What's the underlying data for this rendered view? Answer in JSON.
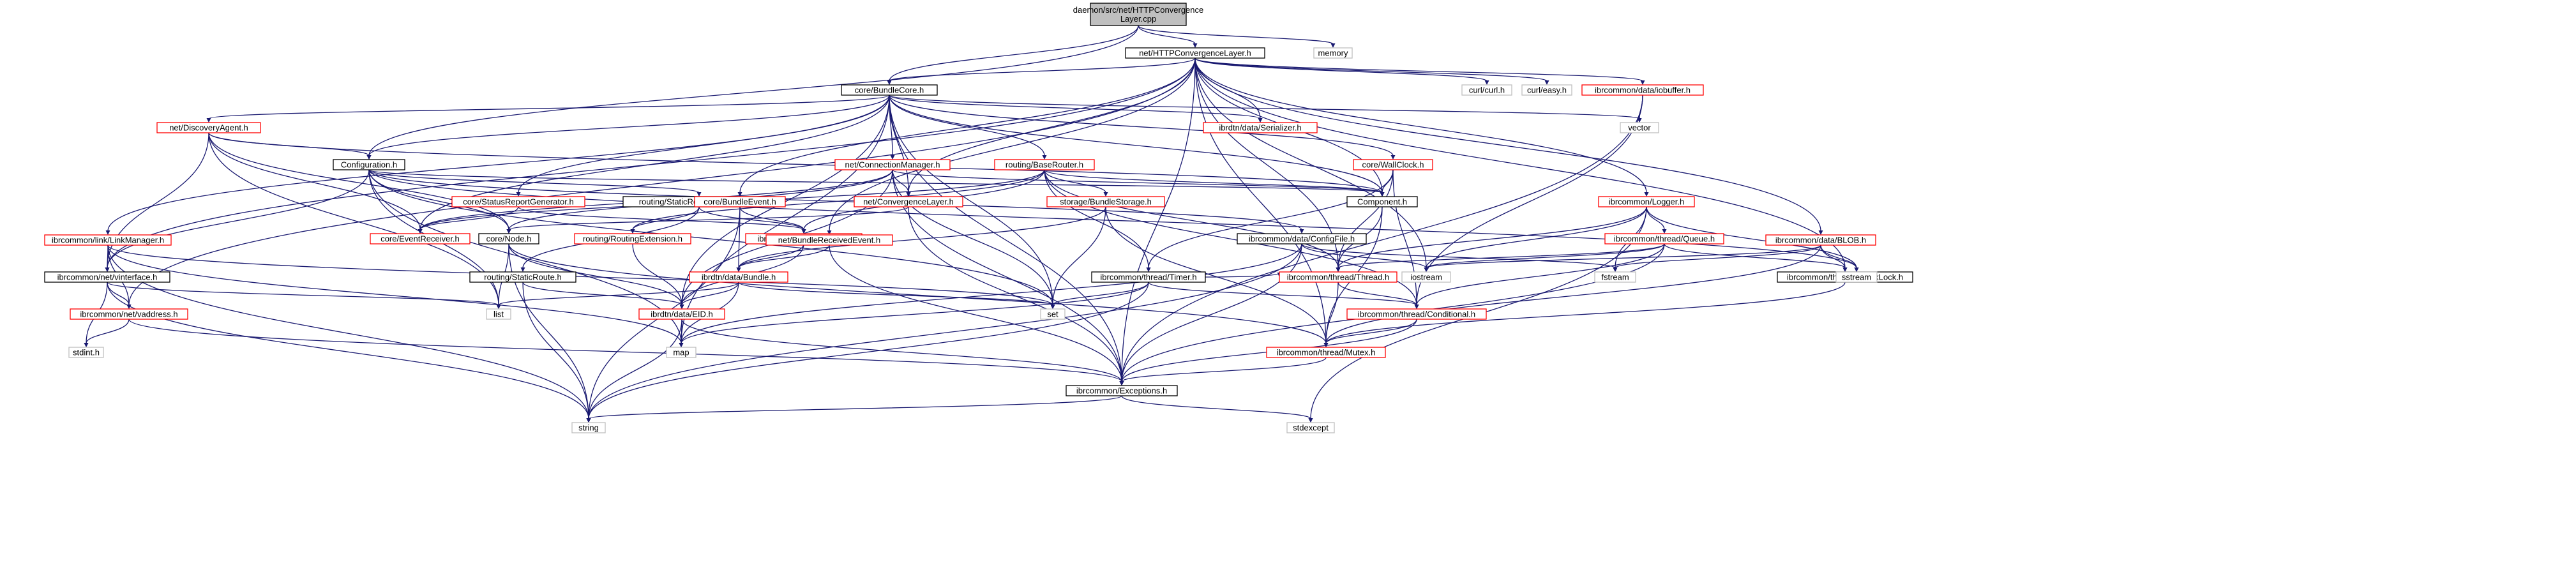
{
  "colors": {
    "edge": "#191970",
    "red_border": "#ff0000",
    "black_border": "#000000",
    "grey_border": "#bfbfbf",
    "root_fill": "#bfbfbf"
  },
  "nodes": [
    {
      "id": "root",
      "label": "daemon/src/net/HTTPConvergence\nLayer.cpp",
      "style": "root"
    },
    {
      "id": "hcl_h",
      "label": "net/HTTPConvergenceLayer.h",
      "style": "black"
    },
    {
      "id": "memory",
      "label": "memory",
      "style": "grey"
    },
    {
      "id": "bundlecore",
      "label": "core/BundleCore.h",
      "style": "black"
    },
    {
      "id": "curl",
      "label": "curl/curl.h",
      "style": "grey"
    },
    {
      "id": "easy",
      "label": "curl/easy.h",
      "style": "grey"
    },
    {
      "id": "iobuffer",
      "label": "ibrcommon/data/iobuffer.h",
      "style": "red"
    },
    {
      "id": "vector",
      "label": "vector",
      "style": "grey"
    },
    {
      "id": "discovery",
      "label": "net/DiscoveryAgent.h",
      "style": "red"
    },
    {
      "id": "serializer",
      "label": "ibrdtn/data/Serializer.h",
      "style": "red"
    },
    {
      "id": "configuration",
      "label": "Configuration.h",
      "style": "black"
    },
    {
      "id": "connmgr",
      "label": "net/ConnectionManager.h",
      "style": "red"
    },
    {
      "id": "baserouter",
      "label": "routing/BaseRouter.h",
      "style": "red"
    },
    {
      "id": "wallclock",
      "label": "core/WallClock.h",
      "style": "red"
    },
    {
      "id": "logger",
      "label": "ibrcommon/Logger.h",
      "style": "red"
    },
    {
      "id": "blob",
      "label": "ibrcommon/data/BLOB.h",
      "style": "red"
    },
    {
      "id": "statusreport",
      "label": "core/StatusReportGenerator.h",
      "style": "red"
    },
    {
      "id": "staticrouting",
      "label": "routing/StaticRoutingExtension.h",
      "style": "black"
    },
    {
      "id": "bundleevent",
      "label": "core/BundleEvent.h",
      "style": "red"
    },
    {
      "id": "convlayer",
      "label": "net/ConvergenceLayer.h",
      "style": "red"
    },
    {
      "id": "component",
      "label": "Component.h",
      "style": "black"
    },
    {
      "id": "storage",
      "label": "storage/BundleStorage.h",
      "style": "red"
    },
    {
      "id": "linkmgr",
      "label": "ibrcommon/link/LinkManager.h",
      "style": "red"
    },
    {
      "id": "eventreceiver",
      "label": "core/EventReceiver.h",
      "style": "red"
    },
    {
      "id": "corenode",
      "label": "core/Node.h",
      "style": "black"
    },
    {
      "id": "routingext",
      "label": "routing/RoutingExtension.h",
      "style": "red"
    },
    {
      "id": "metabundle",
      "label": "ibrdtn/data/MetaBundle.h",
      "style": "red"
    },
    {
      "id": "bundlereceived",
      "label": "net/BundleReceivedEvent.h",
      "style": "red"
    },
    {
      "id": "timer",
      "label": "ibrcommon/thread/Timer.h",
      "style": "black"
    },
    {
      "id": "configfile",
      "label": "ibrcommon/data/ConfigFile.h",
      "style": "black"
    },
    {
      "id": "queue",
      "label": "ibrcommon/thread/Queue.h",
      "style": "red"
    },
    {
      "id": "vinterface",
      "label": "ibrcommon/net/vinterface.h",
      "style": "black"
    },
    {
      "id": "staticroute",
      "label": "routing/StaticRoute.h",
      "style": "black"
    },
    {
      "id": "bundle",
      "label": "ibrdtn/data/Bundle.h",
      "style": "red"
    },
    {
      "id": "iostream",
      "label": "iostream",
      "style": "grey"
    },
    {
      "id": "thread",
      "label": "ibrcommon/thread/Thread.h",
      "style": "red"
    },
    {
      "id": "fstream",
      "label": "fstream",
      "style": "grey"
    },
    {
      "id": "mutexlock",
      "label": "ibrcommon/thread/MutexLock.h",
      "style": "black"
    },
    {
      "id": "sstream",
      "label": "sstream",
      "style": "grey"
    },
    {
      "id": "vaddress",
      "label": "ibrcommon/net/vaddress.h",
      "style": "red"
    },
    {
      "id": "list",
      "label": "list",
      "style": "grey"
    },
    {
      "id": "eid",
      "label": "ibrdtn/data/EID.h",
      "style": "red"
    },
    {
      "id": "set",
      "label": "set",
      "style": "grey"
    },
    {
      "id": "conditional",
      "label": "ibrcommon/thread/Conditional.h",
      "style": "red"
    },
    {
      "id": "stdint",
      "label": "stdint.h",
      "style": "grey"
    },
    {
      "id": "map",
      "label": "map",
      "style": "grey"
    },
    {
      "id": "mutex",
      "label": "ibrcommon/thread/Mutex.h",
      "style": "red"
    },
    {
      "id": "exceptions",
      "label": "ibrcommon/Exceptions.h",
      "style": "black"
    },
    {
      "id": "string",
      "label": "string",
      "style": "grey"
    },
    {
      "id": "stdexcept",
      "label": "stdexcept",
      "style": "grey"
    }
  ],
  "edges": [
    [
      "root",
      "hcl_h"
    ],
    [
      "root",
      "memory"
    ],
    [
      "root",
      "bundlecore"
    ],
    [
      "root",
      "configuration"
    ],
    [
      "hcl_h",
      "bundlecore"
    ],
    [
      "hcl_h",
      "curl"
    ],
    [
      "hcl_h",
      "easy"
    ],
    [
      "hcl_h",
      "iobuffer"
    ],
    [
      "hcl_h",
      "serializer"
    ],
    [
      "hcl_h",
      "logger"
    ],
    [
      "hcl_h",
      "blob"
    ],
    [
      "hcl_h",
      "convlayer"
    ],
    [
      "hcl_h",
      "component"
    ],
    [
      "hcl_h",
      "bundlereceived"
    ],
    [
      "hcl_h",
      "bundleevent"
    ],
    [
      "hcl_h",
      "thread"
    ],
    [
      "hcl_h",
      "mutexlock"
    ],
    [
      "hcl_h",
      "iostream"
    ],
    [
      "hcl_h",
      "mutex"
    ],
    [
      "hcl_h",
      "exceptions"
    ],
    [
      "hcl_h",
      "vinterface"
    ],
    [
      "hcl_h",
      "vaddress"
    ],
    [
      "iobuffer",
      "vector"
    ],
    [
      "iobuffer",
      "exceptions"
    ],
    [
      "iobuffer",
      "conditional"
    ],
    [
      "bundlecore",
      "discovery"
    ],
    [
      "bundlecore",
      "serializer"
    ],
    [
      "bundlecore",
      "configuration"
    ],
    [
      "bundlecore",
      "connmgr"
    ],
    [
      "bundlecore",
      "baserouter"
    ],
    [
      "bundlecore",
      "wallclock"
    ],
    [
      "bundlecore",
      "vector"
    ],
    [
      "bundlecore",
      "statusreport"
    ],
    [
      "bundlecore",
      "convlayer"
    ],
    [
      "bundlecore",
      "component"
    ],
    [
      "bundlecore",
      "linkmgr"
    ],
    [
      "bundlecore",
      "eventreceiver"
    ],
    [
      "bundlecore",
      "set"
    ],
    [
      "bundlecore",
      "eid"
    ],
    [
      "bundlecore",
      "exceptions"
    ],
    [
      "bundlecore",
      "map"
    ],
    [
      "discovery",
      "configuration"
    ],
    [
      "discovery",
      "component"
    ],
    [
      "discovery",
      "eventreceiver"
    ],
    [
      "discovery",
      "corenode"
    ],
    [
      "discovery",
      "vinterface"
    ],
    [
      "discovery",
      "list"
    ],
    [
      "configuration",
      "component"
    ],
    [
      "configuration",
      "staticrouting"
    ],
    [
      "configuration",
      "corenode"
    ],
    [
      "configuration",
      "configfile"
    ],
    [
      "configuration",
      "vinterface"
    ],
    [
      "configuration",
      "list"
    ],
    [
      "configuration",
      "map"
    ],
    [
      "configuration",
      "set"
    ],
    [
      "configuration",
      "sstream"
    ],
    [
      "connmgr",
      "convlayer"
    ],
    [
      "connmgr",
      "eventreceiver"
    ],
    [
      "connmgr",
      "corenode"
    ],
    [
      "connmgr",
      "set"
    ],
    [
      "connmgr",
      "exceptions"
    ],
    [
      "connmgr",
      "component"
    ],
    [
      "connmgr",
      "eid"
    ],
    [
      "baserouter",
      "component"
    ],
    [
      "baserouter",
      "storage"
    ],
    [
      "baserouter",
      "routingext"
    ],
    [
      "baserouter",
      "eventreceiver"
    ],
    [
      "baserouter",
      "metabundle"
    ],
    [
      "baserouter",
      "thread"
    ],
    [
      "baserouter",
      "conditional"
    ],
    [
      "baserouter",
      "timer"
    ],
    [
      "wallclock",
      "component"
    ],
    [
      "wallclock",
      "timer"
    ],
    [
      "wallclock",
      "thread"
    ],
    [
      "wallclock",
      "conditional"
    ],
    [
      "logger",
      "queue"
    ],
    [
      "logger",
      "thread"
    ],
    [
      "logger",
      "iostream"
    ],
    [
      "logger",
      "sstream"
    ],
    [
      "logger",
      "fstream"
    ],
    [
      "logger",
      "stdexcept"
    ],
    [
      "blob",
      "mutexlock"
    ],
    [
      "blob",
      "fstream"
    ],
    [
      "blob",
      "iostream"
    ],
    [
      "blob",
      "sstream"
    ],
    [
      "blob",
      "mutex"
    ],
    [
      "statusreport",
      "eventreceiver"
    ],
    [
      "statusreport",
      "metabundle"
    ],
    [
      "staticrouting",
      "routingext"
    ],
    [
      "staticrouting",
      "staticroute"
    ],
    [
      "staticrouting",
      "metabundle"
    ],
    [
      "bundleevent",
      "bundle"
    ],
    [
      "bundleevent",
      "metabundle"
    ],
    [
      "bundleevent",
      "string"
    ],
    [
      "convlayer",
      "corenode"
    ],
    [
      "convlayer",
      "exceptions"
    ],
    [
      "component",
      "thread"
    ],
    [
      "component",
      "mutex"
    ],
    [
      "storage",
      "bundle"
    ],
    [
      "storage",
      "set"
    ],
    [
      "storage",
      "mutex"
    ],
    [
      "linkmgr",
      "vinterface"
    ],
    [
      "linkmgr",
      "vaddress"
    ],
    [
      "linkmgr",
      "set"
    ],
    [
      "linkmgr",
      "map"
    ],
    [
      "linkmgr",
      "string"
    ],
    [
      "corenode",
      "list"
    ],
    [
      "corenode",
      "eid"
    ],
    [
      "corenode",
      "string"
    ],
    [
      "corenode",
      "mutex"
    ],
    [
      "routingext",
      "eid"
    ],
    [
      "metabundle",
      "bundle"
    ],
    [
      "metabundle",
      "eid"
    ],
    [
      "bundlereceived",
      "bundle"
    ],
    [
      "bundlereceived",
      "exceptions"
    ],
    [
      "timer",
      "thread"
    ],
    [
      "timer",
      "conditional"
    ],
    [
      "timer",
      "set"
    ],
    [
      "timer",
      "map"
    ],
    [
      "timer",
      "string"
    ],
    [
      "configfile",
      "iostream"
    ],
    [
      "configfile",
      "fstream"
    ],
    [
      "configfile",
      "map"
    ],
    [
      "configfile",
      "string"
    ],
    [
      "configfile",
      "exceptions"
    ],
    [
      "queue",
      "thread"
    ],
    [
      "queue",
      "mutexlock"
    ],
    [
      "queue",
      "conditional"
    ],
    [
      "queue",
      "iostream"
    ],
    [
      "queue",
      "exceptions"
    ],
    [
      "vinterface",
      "vaddress"
    ],
    [
      "vinterface",
      "list"
    ],
    [
      "vinterface",
      "stdint"
    ],
    [
      "vinterface",
      "string"
    ],
    [
      "staticroute",
      "eid"
    ],
    [
      "staticroute",
      "string"
    ],
    [
      "bundle",
      "eid"
    ],
    [
      "bundle",
      "list"
    ],
    [
      "bundle",
      "set"
    ],
    [
      "bundle",
      "map"
    ],
    [
      "thread",
      "conditional"
    ],
    [
      "thread",
      "mutex"
    ],
    [
      "mutexlock",
      "mutex"
    ],
    [
      "vaddress",
      "stdint"
    ],
    [
      "vaddress",
      "exceptions"
    ],
    [
      "eid",
      "map"
    ],
    [
      "eid",
      "string"
    ],
    [
      "eid",
      "exceptions"
    ],
    [
      "conditional",
      "mutex"
    ],
    [
      "conditional",
      "exceptions"
    ],
    [
      "mutex",
      "exceptions"
    ],
    [
      "exceptions",
      "string"
    ],
    [
      "exceptions",
      "stdexcept"
    ]
  ]
}
